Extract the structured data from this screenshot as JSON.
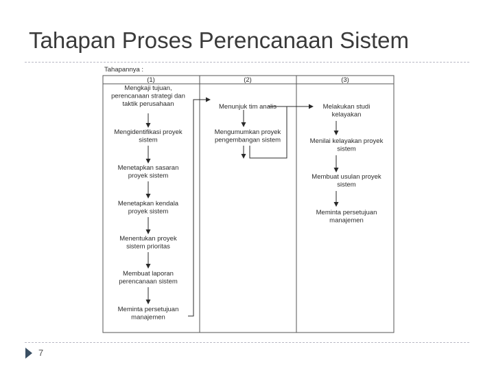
{
  "slide": {
    "title": "Tahapan Proses Perencanaan Sistem",
    "page_number": "7"
  },
  "diagram": {
    "heading": "Tahapannya :",
    "columns": [
      "(1)",
      "(2)",
      "(3)"
    ],
    "col1": [
      [
        "Mengkaji tujuan,",
        "perencanaan strategi dan",
        "taktik perusahaan"
      ],
      [
        "Mengidentifikasi proyek",
        "sistem"
      ],
      [
        "Menetapkan sasaran",
        "proyek sistem"
      ],
      [
        "Menetapkan kendala",
        "proyek sistem"
      ],
      [
        "Menentukan proyek",
        "sistem prioritas"
      ],
      [
        "Membuat laporan",
        "perencanaan sistem"
      ],
      [
        "Meminta persetujuan",
        "manajemen"
      ]
    ],
    "col2": [
      [
        "Menunjuk tim analis"
      ],
      [
        "Mengumumkan proyek",
        "pengembangan sistem"
      ]
    ],
    "col3": [
      [
        "Melakukan studi",
        "kelayakan"
      ],
      [
        "Menilai kelayakan proyek",
        "sistem"
      ],
      [
        "Membuat usulan proyek",
        "sistem"
      ],
      [
        "Meminta persetujuan",
        "manajemen"
      ]
    ]
  },
  "colors": {
    "line": "#2a2a2a",
    "divider": "#b8b8c4",
    "marker": "#3a4f63"
  }
}
